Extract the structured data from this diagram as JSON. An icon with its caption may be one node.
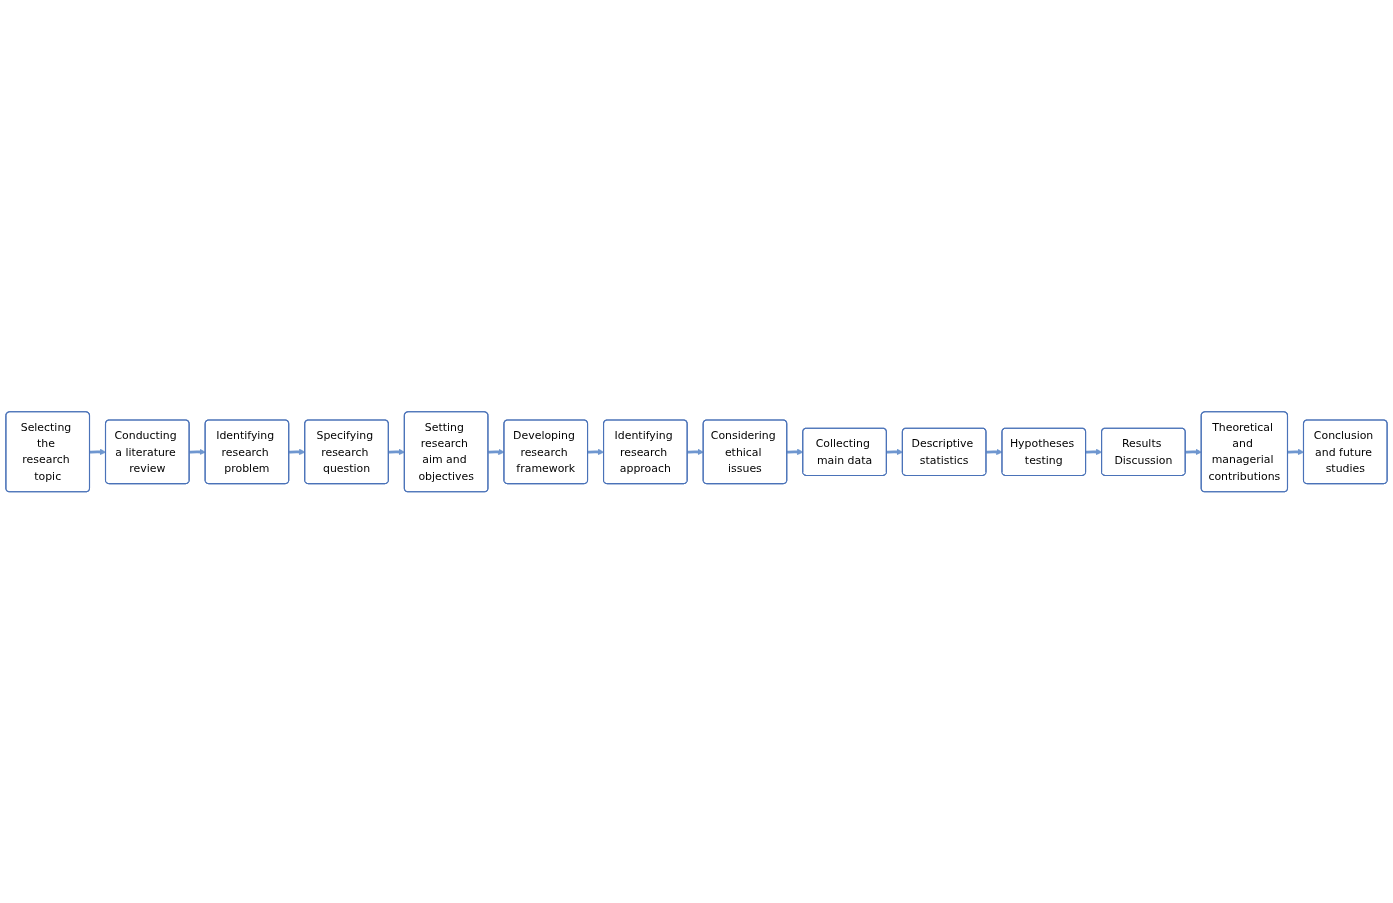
{
  "diagram": {
    "nodes": [
      {
        "text": [
          "Selecting the research topic"
        ]
      },
      {
        "text": [
          "Conducting a literature review"
        ]
      },
      {
        "text": [
          "Identifying research problem"
        ]
      },
      {
        "text": [
          "Specifying research question"
        ]
      },
      {
        "text": [
          "Considering ethical issues"
        ]
      },
      {
        "text": [
          "Identifying research approach"
        ]
      },
      {
        "text": [
          "Developing research framework"
        ]
      },
      {
        "text": [
          "Setting research aim and objectives"
        ]
      },
      {
        "text": [
          "Collecting main data"
        ]
      },
      {
        "text": [
          "Descriptive statistics"
        ]
      },
      {
        "text": [
          "Hypotheses testing"
        ]
      },
      {
        "text": [
          "Results Discussion"
        ]
      },
      {
        "text": [
          "Conclusion and future studies"
        ]
      },
      {
        "text": [
          "Theoretical and managerial contributions"
        ]
      }
    ],
    "edges": [
      {
        "from": 0,
        "to": 1,
        "arrow": "to"
      },
      {
        "from": 1,
        "to": 2,
        "arrow": "to"
      },
      {
        "from": 2,
        "to": 3,
        "arrow": "to"
      },
      {
        "from": 3,
        "to": 7,
        "arrow": "to"
      },
      {
        "from": 7,
        "to": 6,
        "arrow": "to"
      },
      {
        "from": 6,
        "to": 5,
        "arrow": "to"
      },
      {
        "from": 5,
        "to": 4,
        "arrow": "to"
      },
      {
        "from": 4,
        "to": 8,
        "arrow": "to"
      },
      {
        "from": 8,
        "to": 9,
        "arrow": "to"
      },
      {
        "from": 9,
        "to": 10,
        "arrow": "to"
      },
      {
        "from": 10,
        "to": 11,
        "arrow": "to"
      },
      {
        "from": 11,
        "to": 13,
        "arrow": "to"
      },
      {
        "from": 13,
        "to": 12,
        "arrow": "to"
      }
    ]
  }
}
